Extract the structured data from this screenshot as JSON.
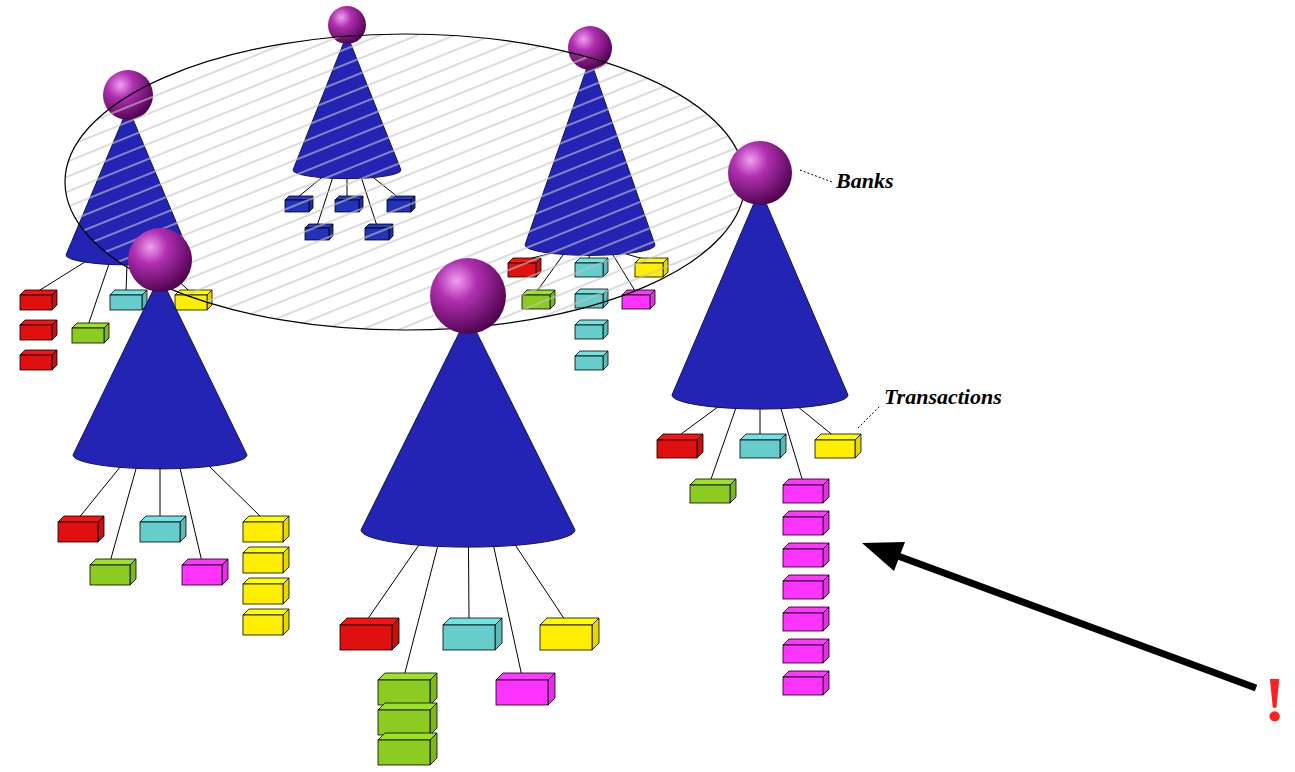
{
  "diagram": {
    "labels": [
      "Banks",
      "Transactions",
      "!"
    ]
  }
}
